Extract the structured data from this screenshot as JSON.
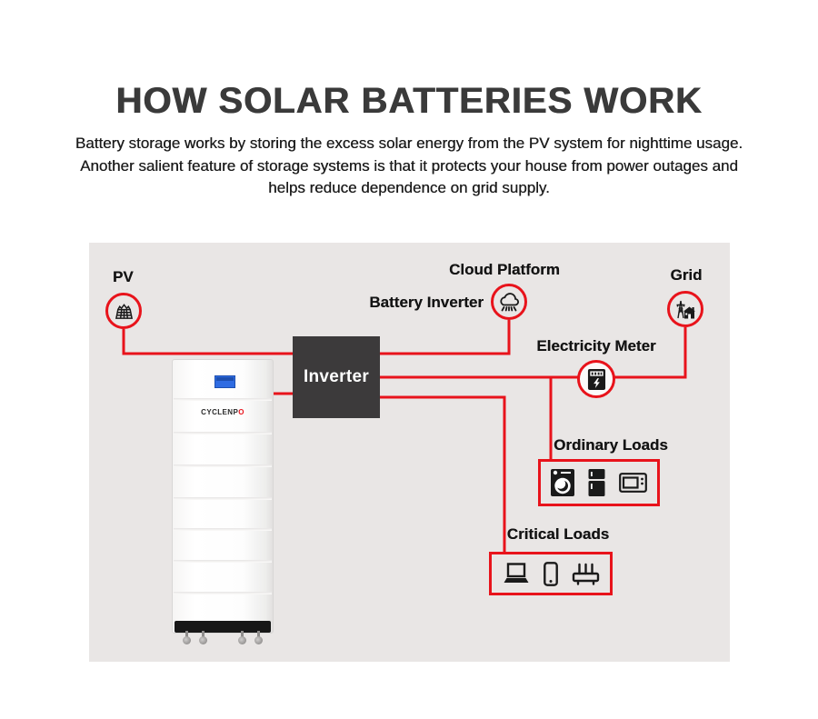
{
  "page": {
    "title": "HOW SOLAR BATTERIES WORK",
    "description_lines": [
      "Battery storage works by storing the excess solar energy from the PV system for nighttime usage.",
      "Another salient feature of storage systems is that it protects your house from power outages and",
      "helps reduce dependence on grid supply."
    ]
  },
  "diagram": {
    "pv_label": "PV",
    "cloud_label": "Cloud Platform",
    "battery_inverter_label": "Battery Inverter",
    "grid_label": "Grid",
    "meter_label": "Electricity Meter",
    "inverter_label": "Inverter",
    "ordinary_loads_label": "Ordinary Loads",
    "critical_loads_label": "Critical Loads",
    "battery_brand_main": "CYCLENP",
    "battery_brand_accent": "O",
    "node_icons": [
      "solar-panel-icon",
      "cloud-icon",
      "power-tower-house-icon",
      "electricity-meter-icon"
    ],
    "ordinary_load_icons": [
      "washing-machine-icon",
      "refrigerator-icon",
      "microwave-icon"
    ],
    "critical_load_icons": [
      "laptop-icon",
      "smartphone-icon",
      "wifi-router-icon"
    ],
    "colors": {
      "accent_red": "#e8131b",
      "panel_bg": "#e9e6e5",
      "inverter_box": "#3c3a3b",
      "display_blue": "#2f6ce2",
      "icon_dark": "#1a1a1a"
    }
  }
}
